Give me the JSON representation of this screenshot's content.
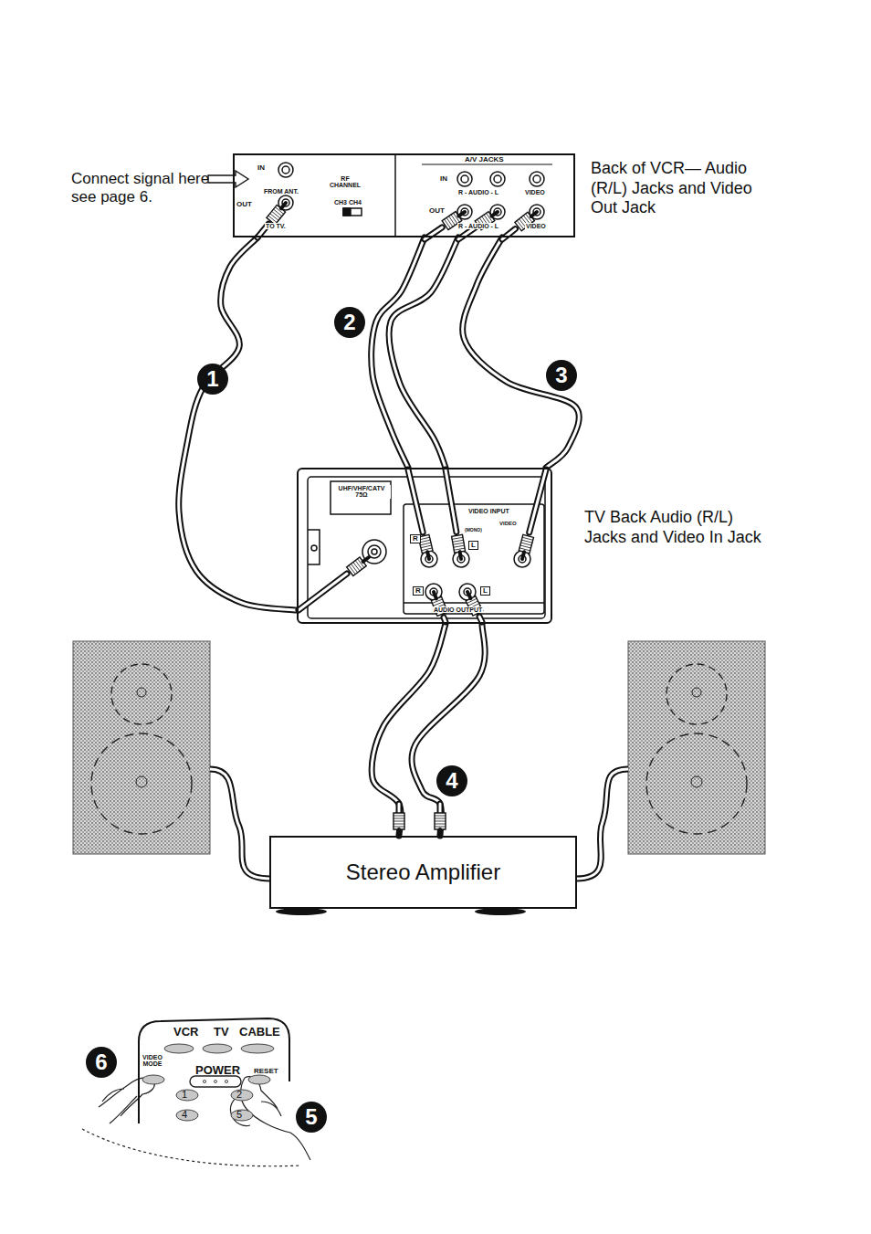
{
  "diagram": {
    "nodes": [
      {
        "text": [
          "Back of VCR— Audio (R/L) Jacks and Video Out Jack"
        ]
      },
      {
        "text": [
          "TV Back Audio (R/L) Jacks and Video In Jack"
        ]
      },
      {
        "text": [
          "Stereo Amplifier"
        ]
      },
      {
        "text": [
          "VCR",
          "TV",
          "CABLE",
          "VIDEO MODE",
          "POWER",
          "RESET",
          "1",
          "2",
          "4",
          "5"
        ]
      }
    ],
    "edges": [
      {
        "from": 0,
        "to": 1,
        "arrow": "none"
      },
      {
        "from": 0,
        "to": 1,
        "arrow": "none"
      },
      {
        "from": 0,
        "to": 1,
        "arrow": "none"
      },
      {
        "from": 0,
        "to": 1,
        "arrow": "none"
      },
      {
        "from": 1,
        "to": 2,
        "arrow": "none"
      },
      {
        "from": 1,
        "to": 2,
        "arrow": "none"
      }
    ],
    "labels": [
      "Connect signal here see page 6.",
      "IN",
      "FROM ANT.",
      "OUT",
      "TO TV.",
      "RF CHANNEL",
      "CH3 CH4",
      "A/V JACKS",
      "IN",
      "R - AUDIO - L",
      "VIDEO",
      "OUT",
      "R - AUDIO - L",
      "VIDEO",
      "UHF/VHF/CATV 75Ω",
      "VIDEO INPUT",
      "VIDEO",
      "(MONO)",
      "R",
      "L",
      "R",
      "L",
      "AUDIO OUTPUT",
      "1",
      "2",
      "3",
      "4",
      "5",
      "6"
    ]
  }
}
